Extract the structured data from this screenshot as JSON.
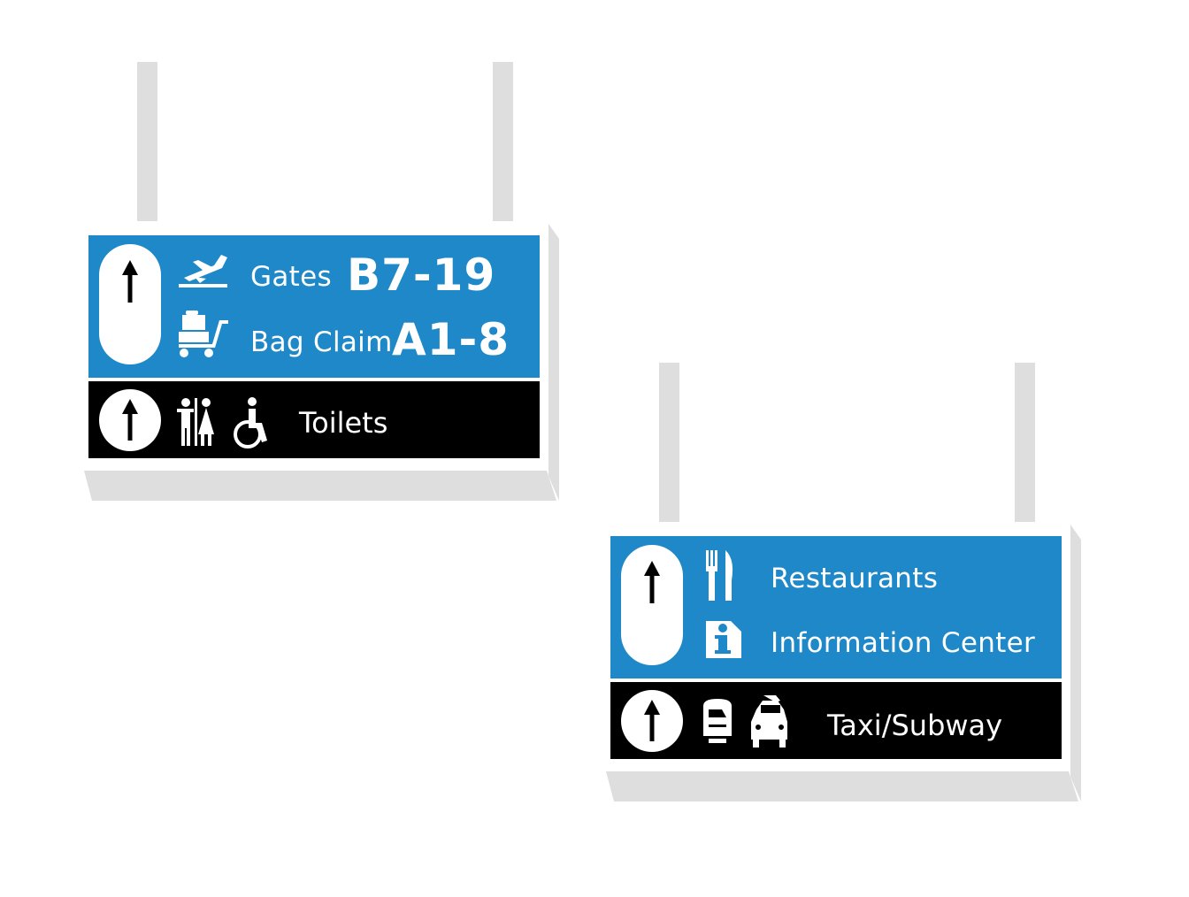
{
  "colors": {
    "background": "#ffffff",
    "sign_blue": "#1e88c8",
    "sign_black": "#000000",
    "frame_gray": "#dedede",
    "sign_text": "#ffffff"
  },
  "sign_left": {
    "blue_panel": {
      "arrow_icon": "up-arrow-icon",
      "rows": [
        {
          "icon": "departing-plane-icon",
          "label": "Gates",
          "code": "B7-19"
        },
        {
          "icon": "baggage-cart-icon",
          "label": "Bag Claim",
          "code": "A1-8"
        }
      ]
    },
    "black_panel": {
      "arrow_icon": "up-arrow-icon",
      "icons": [
        "toilets-man-woman-icon",
        "wheelchair-icon"
      ],
      "label": "Toilets"
    }
  },
  "sign_right": {
    "blue_panel": {
      "arrow_icon": "up-arrow-icon",
      "rows": [
        {
          "icon": "fork-knife-icon",
          "label": "Restaurants"
        },
        {
          "icon": "information-icon",
          "label": "Information Center"
        }
      ]
    },
    "black_panel": {
      "arrow_icon": "up-arrow-icon",
      "icons": [
        "subway-train-icon",
        "taxi-icon"
      ],
      "label": "Taxi/Subway"
    }
  }
}
